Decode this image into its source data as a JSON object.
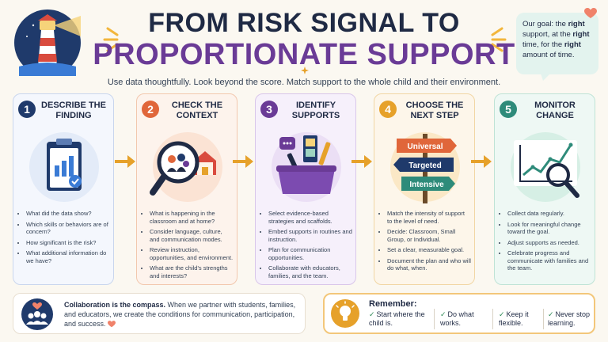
{
  "header": {
    "title_line1": "FROM RISK SIGNAL TO",
    "title_line2": "PROPORTIONATE SUPPORT",
    "subtitle": "Use data thoughtfully. Look beyond the score. Match support to the whole child and their environment."
  },
  "goal_box": {
    "parts": [
      "Our goal: the ",
      "right",
      " support, at the ",
      "right",
      " time, for the ",
      "right",
      " amount of time."
    ]
  },
  "steps": [
    {
      "number": "1",
      "title": "DESCRIBE THE FINDING",
      "color": "#1f3a6b",
      "bg": "#f4f7fd",
      "border": "#c9d6ee",
      "bullets": [
        "What did the data show?",
        "Which skills or behaviors are of concern?",
        "How significant is the risk?",
        "What additional information do we have?"
      ]
    },
    {
      "number": "2",
      "title": "CHECK THE CONTEXT",
      "color": "#e0663a",
      "bg": "#fdf3ec",
      "border": "#f2c8ae",
      "bullets": [
        "What is happening in the classroom and at home?",
        "Consider language, culture, and communication modes.",
        "Review instruction, opportunities, and environment.",
        "What are the child's strengths and interests?"
      ]
    },
    {
      "number": "3",
      "title": "IDENTIFY SUPPORTS",
      "color": "#6a3b96",
      "bg": "#f6f0fb",
      "border": "#d9c6ea",
      "bullets": [
        "Select evidence-based strategies and scaffolds.",
        "Embed supports in routines and instruction.",
        "Plan for communication opportunities.",
        "Collaborate with educators, families, and the team."
      ]
    },
    {
      "number": "4",
      "title": "CHOOSE THE NEXT STEP",
      "color": "#e6a12a",
      "bg": "#fdf6ea",
      "border": "#f1d6a4",
      "sign_labels": [
        "Universal",
        "Targeted",
        "Intensive"
      ],
      "bullets": [
        "Match the intensity of support to the level of need.",
        "Decide: Classroom, Small Group, or Individual.",
        "Set a clear, measurable goal.",
        "Document the plan and who will do what, when."
      ]
    },
    {
      "number": "5",
      "title": "MONITOR CHANGE",
      "color": "#2e8b7a",
      "bg": "#eef8f4",
      "border": "#bfe3d6",
      "bullets": [
        "Collect data regularly.",
        "Look for meaningful change toward the goal.",
        "Adjust supports as needed.",
        "Celebrate progress and communicate with families and the team."
      ]
    }
  ],
  "collaboration": {
    "bold": "Collaboration is the compass.",
    "text": " When we partner with students, families, and educators, we create the conditions for communication, participation, and success."
  },
  "remember": {
    "title": "Remember:",
    "items": [
      "Start where the child is.",
      "Do what works.",
      "Keep it flexible.",
      "Never stop learning."
    ]
  },
  "icons": {
    "lighthouse": "lighthouse-icon",
    "heart": "heart-icon",
    "lightbulb": "lightbulb-icon",
    "people": "people-icon",
    "check": "check-icon",
    "arrow": "right-arrow-icon"
  },
  "colors": {
    "navy": "#1f2a44",
    "purple": "#6a3b96",
    "orange": "#e0663a",
    "gold": "#e6a12a",
    "teal": "#2e8b7a",
    "coral": "#f0826a"
  }
}
